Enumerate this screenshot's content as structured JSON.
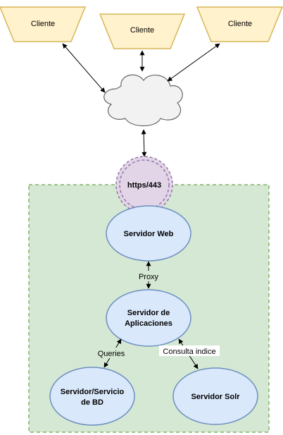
{
  "clients": [
    {
      "label": "Cliente"
    },
    {
      "label": "Cliente"
    },
    {
      "label": "Cliente"
    }
  ],
  "https_node": {
    "label": "https/443"
  },
  "web_server": {
    "label": "Servidor Web"
  },
  "app_server": {
    "label_line1": "Servidor de",
    "label_line2": "Aplicaciones"
  },
  "db_server": {
    "label_line1": "Servidor/Servicio",
    "label_line2": "de BD"
  },
  "solr_server": {
    "label": "Servidor Solr"
  },
  "edges": {
    "proxy": "Proxy",
    "queries": "Queries",
    "consulta": "Consulta indice"
  },
  "colors": {
    "client_fill": "#fff2cc",
    "client_stroke": "#d6b656",
    "cloud_fill": "#f2f2f2",
    "cloud_stroke": "#666666",
    "zone_fill": "#d5e8d4",
    "zone_stroke": "#82b366",
    "https_fill": "#e1d5e7",
    "https_stroke": "#9673a6",
    "server_fill": "#dae8fc",
    "server_stroke": "#6c8ebf"
  }
}
